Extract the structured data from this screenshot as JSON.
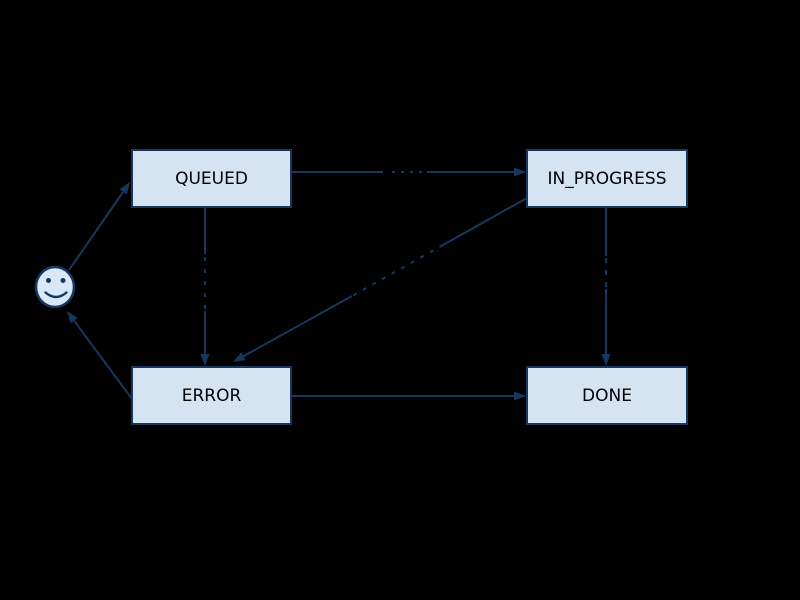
{
  "diagram": {
    "type": "state-machine",
    "background_color": "#000000",
    "node_fill_color": "#d5e4f3",
    "node_border_color": "#17375e",
    "edge_color": "#17375e",
    "node_label_color": "#000000",
    "nodes": [
      {
        "id": "start",
        "label": "",
        "shape": "smiley-initial-state"
      },
      {
        "id": "queued",
        "label": "QUEUED",
        "shape": "rect"
      },
      {
        "id": "in_progress",
        "label": "IN_PROGRESS",
        "shape": "rect"
      },
      {
        "id": "error",
        "label": "ERROR",
        "shape": "rect"
      },
      {
        "id": "done",
        "label": "DONE",
        "shape": "rect"
      }
    ],
    "edges": [
      {
        "from": "start",
        "to": "queued",
        "label_illegible": false
      },
      {
        "from": "queued",
        "to": "in_progress",
        "label_illegible": true
      },
      {
        "from": "queued",
        "to": "error",
        "label_illegible": true
      },
      {
        "from": "in_progress",
        "to": "error",
        "label_illegible": true
      },
      {
        "from": "in_progress",
        "to": "done",
        "label_illegible": true
      },
      {
        "from": "error",
        "to": "done",
        "label_illegible": false
      },
      {
        "from": "error",
        "to": "start",
        "label_illegible": false
      }
    ]
  }
}
